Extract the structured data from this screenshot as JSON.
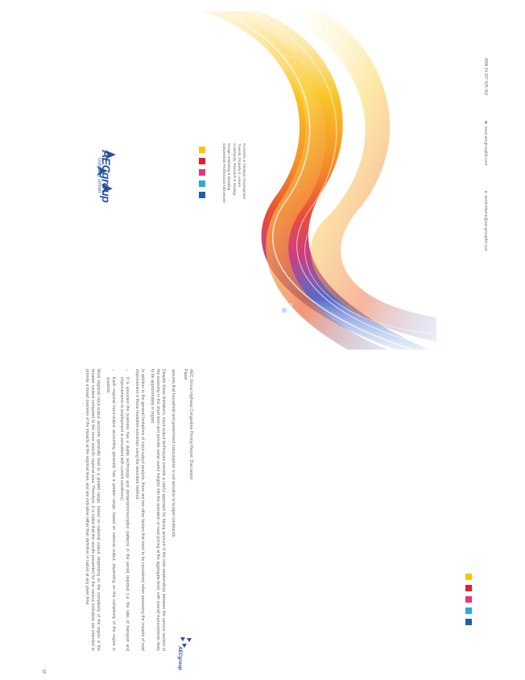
{
  "text_page": {
    "header_line1": "AEC Group Highway Congestion Pricing Report: Discussion",
    "header_line2": "Paper",
    "logo_text": "AECgroup",
    "paragraphs": [
      "assume that household and government consumption is not sensitive to budget constraints.",
      "Despite these limitations, input-output techniques provide a useful approach for taking account of the inter-relationships between the various sectors of the economy in the short term and provide some useful insights into the operation of road pricing at the aggregate level, with overall improvements likely to be approximately in regard.",
      "In addition to the general limitations of input-output analysis, there are two other factors that need to be considered when assessing the impacts of road improvement in these modelled outcomes using the described method:"
    ],
    "bullets": [
      "It is assumed the business has a stable technology and demand/consumption patterns in the period depicted (i.e. the ratio of transport and improvements to employment is consistent with current conditions).",
      "Each regional input-output accounting generally has a greater range, based on national output, depending on the complexity of the region in question."
    ],
    "closing_paragraph": "Most regional input-output accounts generally lead to a greater range, based on national output, depending on the complexity of the region in the broader context compared to the more specific regional area. Therefore, it is noted that the results presented for the various indicators are intended to provide a broad overview of the impacts at the regional level, and are indicative rather than definitive in nature at any given time.",
    "page_number": "18"
  },
  "cover": {
    "brand_name": "AECgroup",
    "tagline": "Outcome Driven",
    "services": [
      "Economic & Strategic Development",
      "Tourism, Property & Leisure",
      "Community, Research & Strategy",
      "Design, Marketing & Branding",
      "Independent Professional Advisement"
    ],
    "contact": {
      "email_prefix": "e",
      "email": "aecbrisbane@aecgroupltd.com",
      "web_prefix": "w",
      "web": "www.aecgroupltd.com",
      "abn": "ABN 34 097 528 962"
    }
  },
  "colors": {
    "square_colors": [
      "#1e5fa8",
      "#27a9e1",
      "#e6367f",
      "#e41f26",
      "#fcc30b"
    ],
    "brand_blue": "#2a4fa0"
  }
}
